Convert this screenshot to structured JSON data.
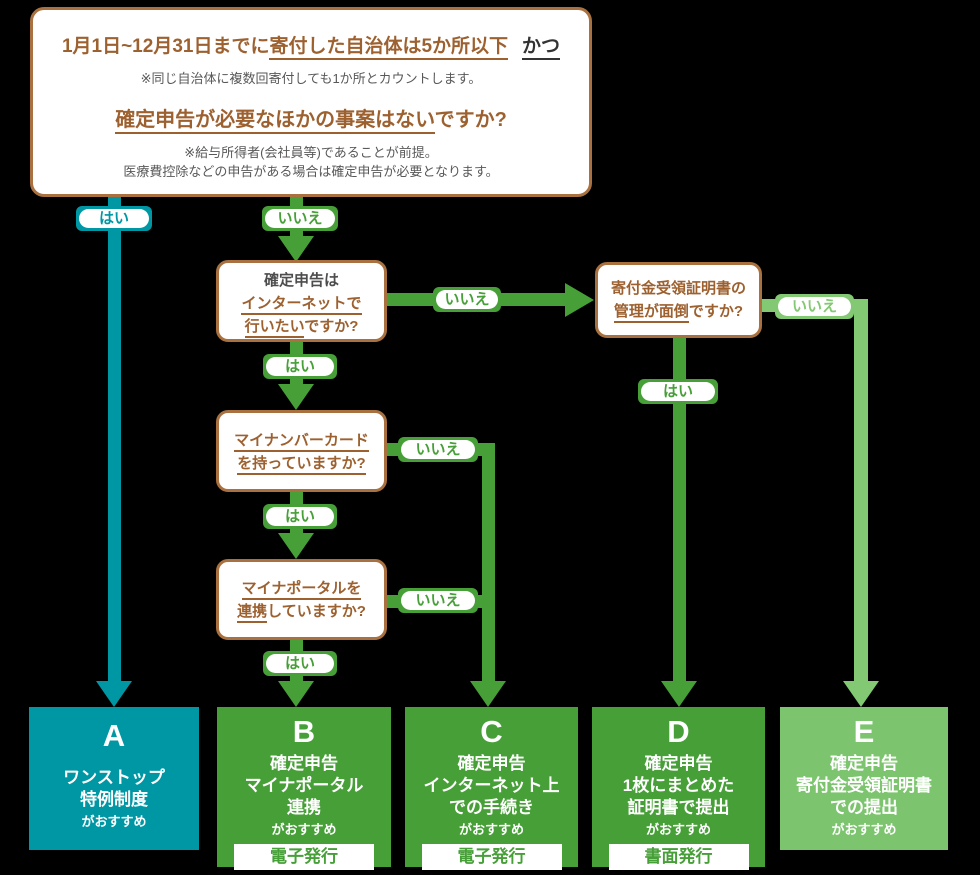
{
  "colors": {
    "teal": "#0097a5",
    "green": "#479f38",
    "light_green": "#83c873",
    "light_green_box": "#7cc46e",
    "brown_border": "#a8713f",
    "brown_text": "#9d6130",
    "gray_text": "#595757",
    "dark_text": "#4d4d4d",
    "background": "#000000"
  },
  "labels": {
    "yes": "はい",
    "no": "いいえ"
  },
  "top_box": {
    "title_plain": "1月1日~12月31日までに",
    "title_underline": "寄付した自治体は5か所以下",
    "title_and": "かつ",
    "note1": "※同じ自治体に複数回寄付しても1か所とカウントします。",
    "question_underlined": "確定申告が必要なほかの事案はない",
    "question_rest": "ですか?",
    "note2_line1": "※給与所得者(会社員等)であることが前提。",
    "note2_line2": "医療費控除などの申告がある場合は確定申告が必要となります。"
  },
  "questions": {
    "internet": {
      "line1": "確定申告は",
      "line2": "インターネットで",
      "line3_underlined": "行いたい",
      "line3_rest": "ですか?"
    },
    "mynumber_card": {
      "line1": "マイナンバーカード",
      "line2": "を持っていますか?"
    },
    "myna_portal": {
      "line1": "マイナポータルを",
      "line2_underlined": "連携",
      "line2_rest": "していますか?"
    },
    "receipt_management": {
      "line1": "寄付金受領証明書の",
      "line2_underlined": "管理が面倒",
      "line2_rest": "ですか?"
    }
  },
  "results": [
    {
      "letter": "A",
      "line1": "ワンストップ",
      "line2": "特例制度",
      "suffix": "がおすすめ"
    },
    {
      "letter": "B",
      "line1": "確定申告",
      "line2": "マイナポータル",
      "line3": "連携",
      "suffix": "がおすすめ",
      "badge": "電子発行"
    },
    {
      "letter": "C",
      "line1": "確定申告",
      "line2": "インターネット上",
      "line3": "での手続き",
      "suffix": "がおすすめ",
      "badge": "電子発行"
    },
    {
      "letter": "D",
      "line1": "確定申告",
      "line2": "1枚にまとめた",
      "line3": "証明書で提出",
      "suffix": "がおすすめ",
      "badge": "書面発行"
    },
    {
      "letter": "E",
      "line1": "確定申告",
      "line2": "寄付金受領証明書",
      "line3": "での提出",
      "suffix": "がおすすめ"
    }
  ]
}
